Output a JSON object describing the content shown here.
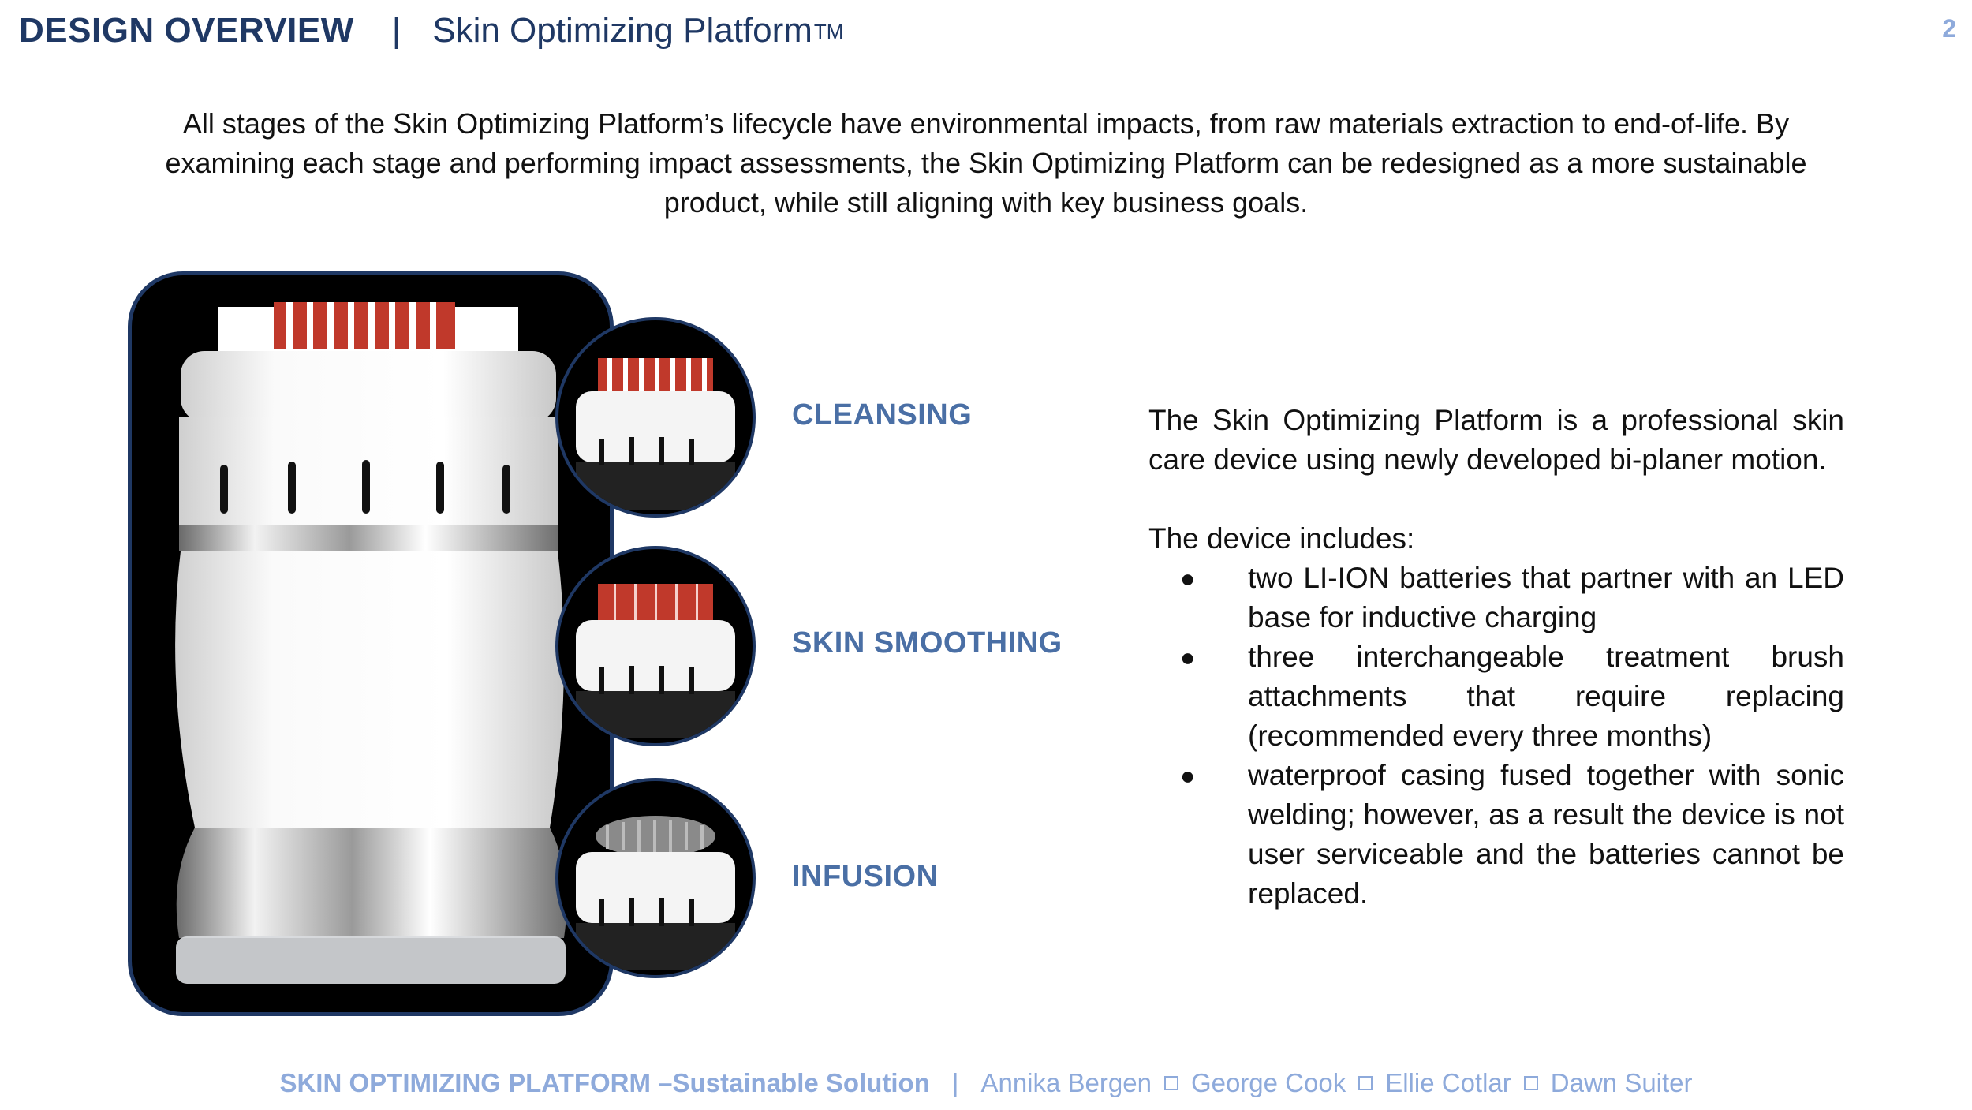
{
  "header": {
    "section": "DESIGN OVERVIEW",
    "separator": "|",
    "title": "Skin Optimizing Platform",
    "trademark": "TM",
    "page_number": "2"
  },
  "intro": "All stages of the Skin Optimizing Platform’s lifecycle have environmental impacts, from raw materials extraction to end-of-life. By examining each stage and performing impact assessments, the Skin Optimizing Platform can be redesigned as a more sustainable product, while still aligning with key business goals.",
  "modes": [
    {
      "label": "CLEANSING",
      "bristle_color": "#c0392b"
    },
    {
      "label": "SKIN SMOOTHING",
      "bristle_color": "#c0392b"
    },
    {
      "label": "INFUSION",
      "bristle_color": "#8a8a8a"
    }
  ],
  "description": {
    "paragraph": "The Skin Optimizing Platform is a professional skin care device using newly developed bi-planer motion.",
    "includes_label": "The device includes:",
    "bullet_glyph": "●",
    "bullets": [
      "two LI-ION batteries that partner with an LED base for inductive charging",
      "three interchangeable treatment brush attachments that require replacing (recommended every three months)",
      "waterproof casing fused together with sonic welding; however, as a result the device is not user serviceable and the batteries cannot be replaced."
    ]
  },
  "footer": {
    "brand": "SKIN OPTIMIZING PLATFORM –Sustainable Solution",
    "pipe": "|",
    "authors": [
      "Annika Bergen",
      "George Cook",
      "Ellie Cotlar",
      "Dawn Suiter"
    ]
  },
  "colors": {
    "navy": "#1f3864",
    "label_blue": "#4a6fa5",
    "footer_blue": "#8eaadb"
  }
}
